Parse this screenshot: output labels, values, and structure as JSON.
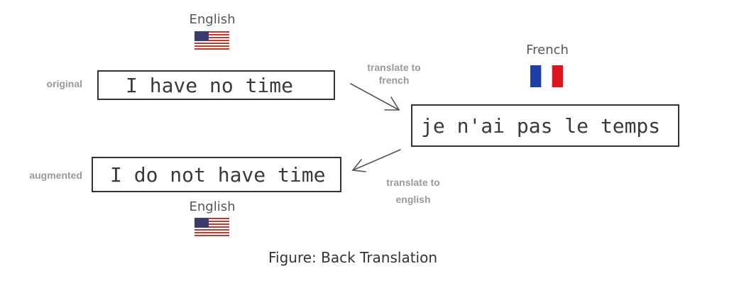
{
  "top_language": "English",
  "target_language": "French",
  "bottom_language": "English",
  "labels": {
    "original": "original",
    "augmented": "augmented"
  },
  "sentences": {
    "original": "I have no time",
    "french": "je n'ai pas le temps",
    "augmented": "I do not have time"
  },
  "steps": {
    "to_french_line1": "translate to",
    "to_french_line2": "french",
    "to_english_line1": "translate to",
    "to_english_line2": "english"
  },
  "caption": "Figure: Back Translation",
  "icons": {
    "top_flag": "us-flag-icon",
    "target_flag": "france-flag-icon",
    "bottom_flag": "us-flag-icon",
    "arrows": "arrow-icon"
  },
  "colors": {
    "us_red": "#c0392b",
    "us_blue": "#3c3b6e",
    "fr_blue": "#1f3fa8",
    "fr_red": "#e0141e"
  }
}
